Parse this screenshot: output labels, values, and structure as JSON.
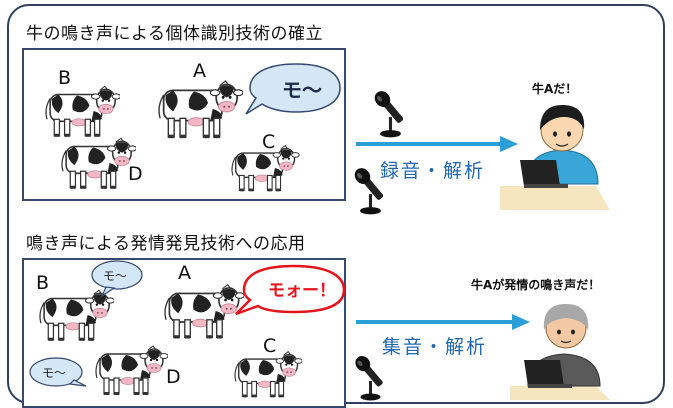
{
  "section1": {
    "heading": "牛の鳴き声による個体識別技術の確立",
    "cow_labels": [
      "B",
      "A",
      "D",
      "C"
    ],
    "bubble": "モ～",
    "arrow_label": "録音・解析",
    "speech": "牛Aだ！"
  },
  "section2": {
    "heading": "鳴き声による発情発見技術への応用",
    "cow_labels": [
      "B",
      "A",
      "D",
      "C"
    ],
    "bubble_b": "モ～",
    "bubble_a": "モォー！",
    "bubble_d": "モ～",
    "arrow_label": "集音・解析",
    "speech": "牛Aが発情の鳴き声だ！"
  },
  "colors": {
    "frame": "#2f3f5c",
    "arrow": "#2a9fd8",
    "arrow_label": "#1f67b0",
    "bubble_fill": "#d4e7f6",
    "bubble_alert_border": "#e5141b",
    "bubble_alert_text": "#e5141b"
  },
  "icons": [
    "cow-icon",
    "microphone-icon",
    "person-at-laptop-icon",
    "speech-bubble-icon",
    "arrow-right-icon"
  ]
}
